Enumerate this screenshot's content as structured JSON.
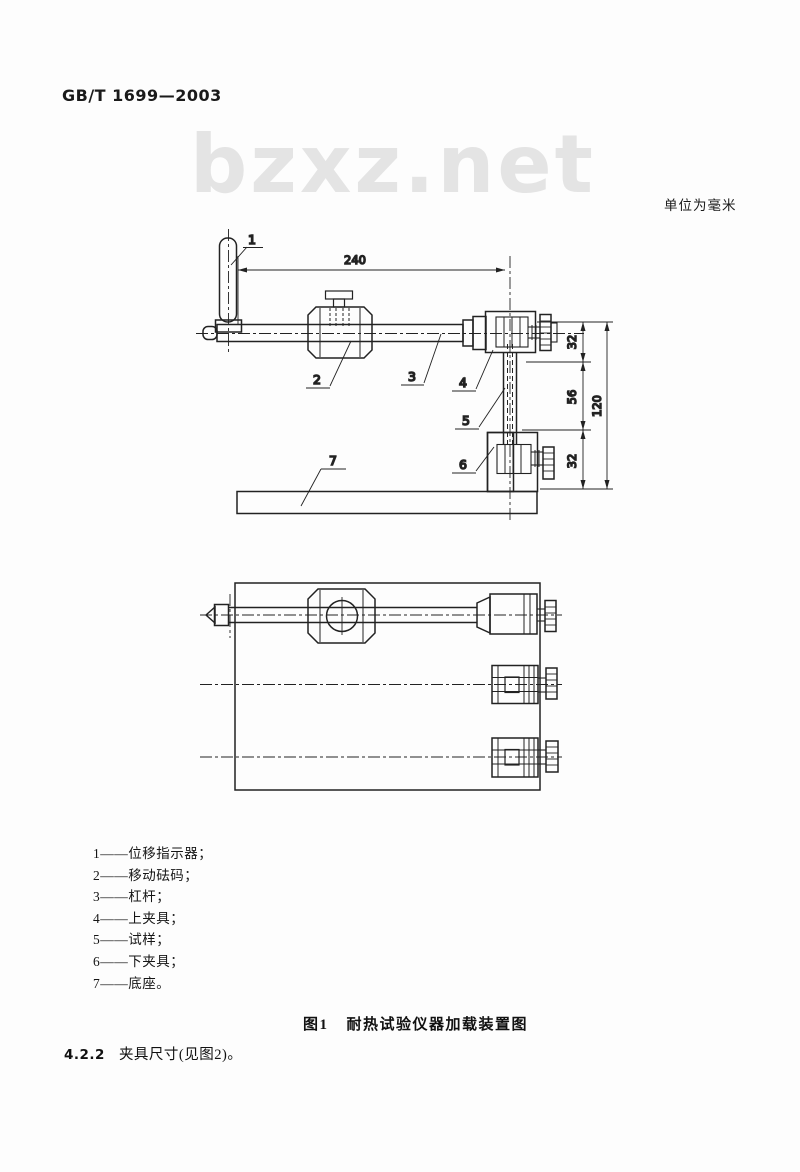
{
  "doc": {
    "standard_number": "GB/T 1699—2003",
    "watermark": "bzxz.net",
    "units_note": "单位为毫米",
    "caption_prefix": "图1",
    "caption_title": "耐热试验仪器加载装置图",
    "section_number": "4.2.2",
    "section_text": "夹具尺寸(见图2)。"
  },
  "figure": {
    "dims": {
      "length_total": "240",
      "upper_clamp": "32",
      "gauge": "56",
      "overall": "120",
      "lower_clamp": "32"
    },
    "labels": {
      "p1": "1",
      "p2": "2",
      "p3": "3",
      "p4": "4",
      "p5": "5",
      "p6": "6",
      "p7": "7"
    },
    "legend": [
      "1——位移指示器；",
      "2——移动砝码；",
      "3——杠杆；",
      "4——上夹具；",
      "5——试样；",
      "6——下夹具；",
      "7——底座。"
    ]
  }
}
